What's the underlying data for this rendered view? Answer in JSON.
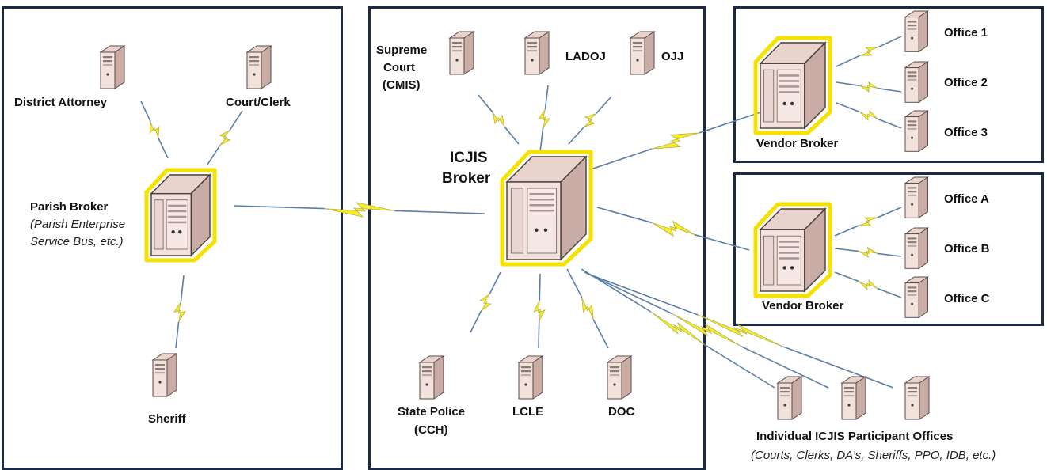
{
  "left_region": {
    "district_attorney": "District Attorney",
    "court_clerk": "Court/Clerk",
    "parish_broker": "Parish Broker",
    "parish_broker_note_1": "(Parish Enterprise",
    "parish_broker_note_2": "Service Bus, etc.)",
    "sheriff": "Sheriff"
  },
  "center_region": {
    "supreme_court_1": "Supreme",
    "supreme_court_2": "Court",
    "supreme_court_3": "(CMIS)",
    "ladoj": "LADOJ",
    "ojj": "OJJ",
    "icjis_broker_1": "ICJIS",
    "icjis_broker_2": "Broker",
    "state_police_1": "State Police",
    "state_police_2": "(CCH)",
    "lcle": "LCLE",
    "doc": "DOC"
  },
  "vendor_top": {
    "vendor_broker": "Vendor Broker",
    "offices": [
      "Office 1",
      "Office 2",
      "Office 3"
    ]
  },
  "vendor_bottom": {
    "vendor_broker": "Vendor Broker",
    "offices": [
      "Office A",
      "Office B",
      "Office C"
    ]
  },
  "participants": {
    "title": "Individual ICJIS Participant Offices",
    "subtitle": "(Courts, Clerks, DA’s, Sheriffs, PPO, IDB, etc.)"
  },
  "colors": {
    "border": "#1b2a44",
    "bolt": "#f6ee2a",
    "bolt_edge": "#b9b14a",
    "link_line": "#5b7fa6",
    "server_body": "#f3e1dc",
    "highlight": "#f5e200"
  }
}
